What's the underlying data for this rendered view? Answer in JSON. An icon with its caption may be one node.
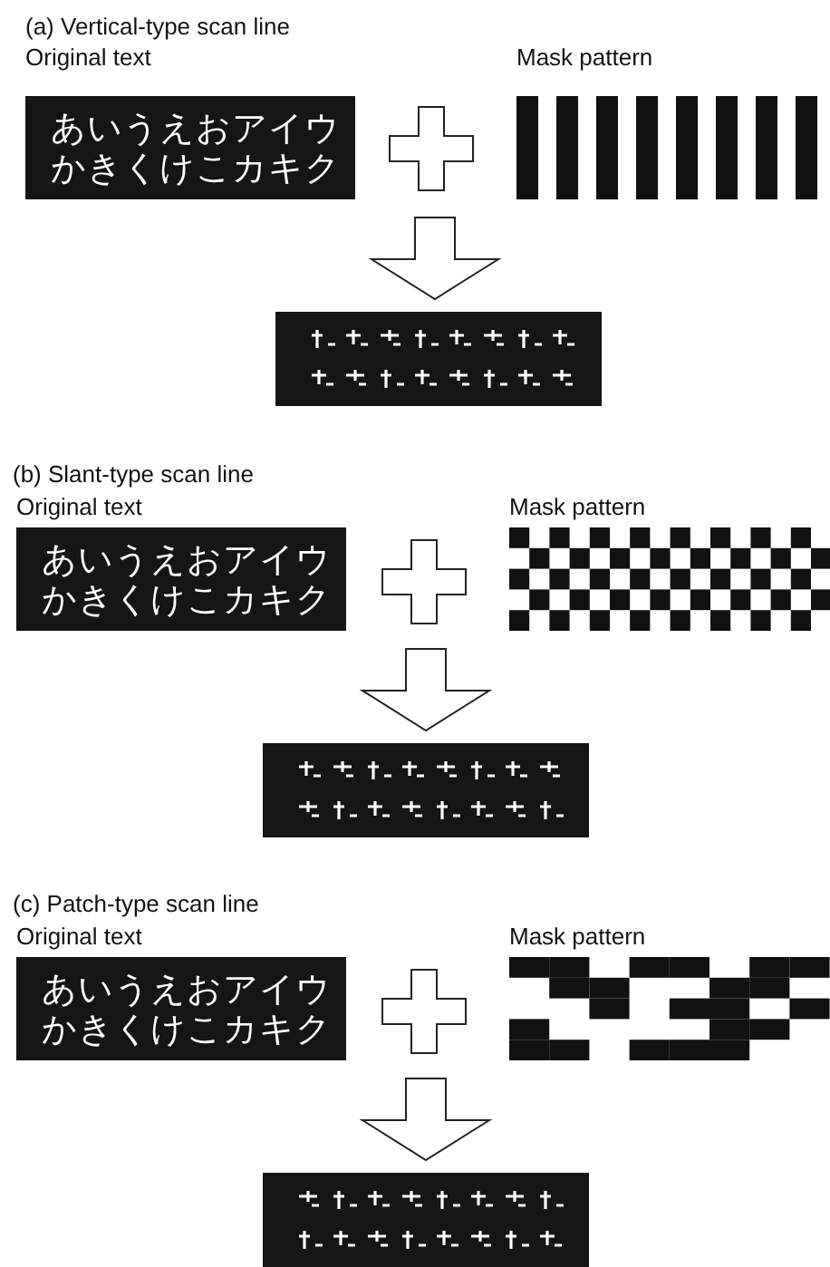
{
  "diagram": {
    "nodes": [
      {
        "text": [
          "Original text",
          "あいうえおアイウかきくけこカキク"
        ]
      },
      {
        "text": [
          "Mask pattern"
        ]
      },
      {
        "text": [],
        "shape": "picture"
      },
      {
        "text": [
          "Original text",
          "あいうえおアイウかきくけこカキク"
        ]
      },
      {
        "text": [
          "Mask pattern"
        ]
      },
      {
        "text": [],
        "shape": "picture"
      },
      {
        "text": [
          "Original text",
          "あいうえおアイウかきくけこカキク"
        ]
      },
      {
        "text": [
          "Mask pattern"
        ]
      },
      {
        "text": [],
        "shape": "picture"
      }
    ],
    "edges": [
      {
        "from": null,
        "to": 2,
        "arrow": "to"
      },
      {
        "from": null,
        "to": 5,
        "arrow": "to"
      },
      {
        "from": null,
        "to": 8,
        "arrow": "to"
      }
    ],
    "labels": [
      "(a) Vertical-type scan line",
      "(b) Slant-type scan line",
      "(c) Patch-type scan line"
    ]
  }
}
